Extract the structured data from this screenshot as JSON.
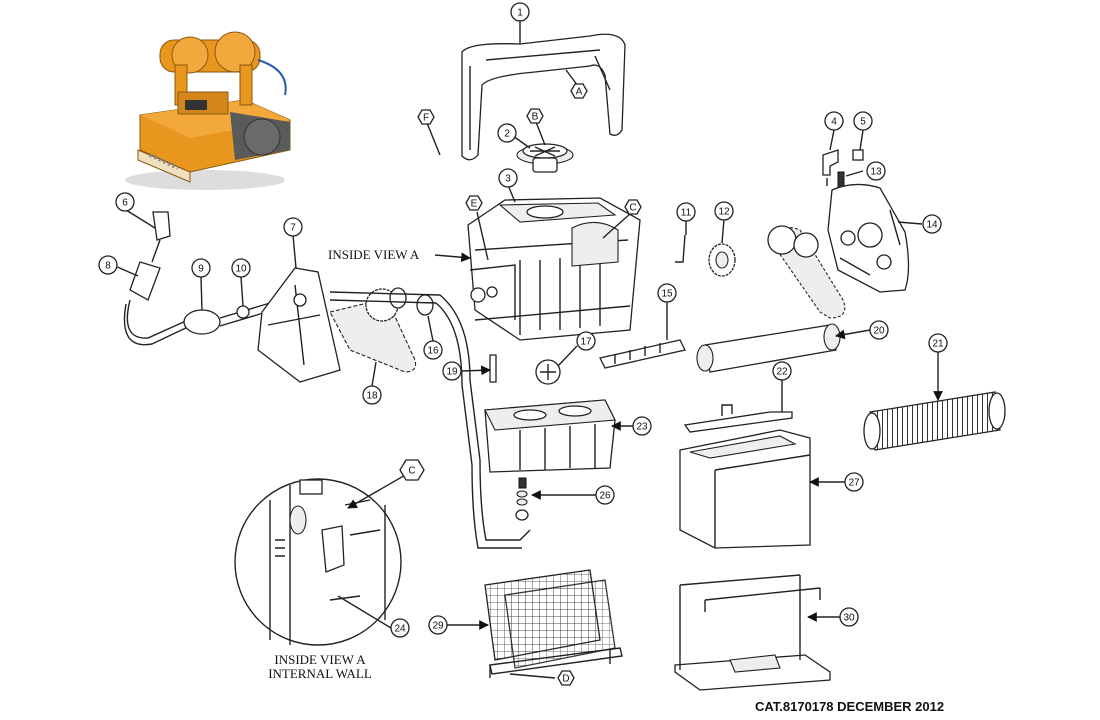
{
  "parts": [
    "1",
    "2",
    "3",
    "4",
    "5",
    "6",
    "7",
    "8",
    "9",
    "10",
    "11",
    "12",
    "13",
    "14",
    "15",
    "16",
    "17",
    "18",
    "19",
    "20",
    "21",
    "22",
    "23",
    "24",
    "26",
    "27",
    "29",
    "30"
  ],
  "detail_letters": [
    "A",
    "B",
    "C",
    "D",
    "E",
    "F"
  ],
  "inside_view_label": "INSIDE VIEW A",
  "inside_view_title": [
    "INSIDE VIEW A",
    "INTERNAL WALL"
  ],
  "footer": "CAT.8170178  DECEMBER 2012",
  "colors": {
    "robot_body": "#e8961e",
    "robot_dark": "#5a5a5a",
    "line": "#222222"
  }
}
